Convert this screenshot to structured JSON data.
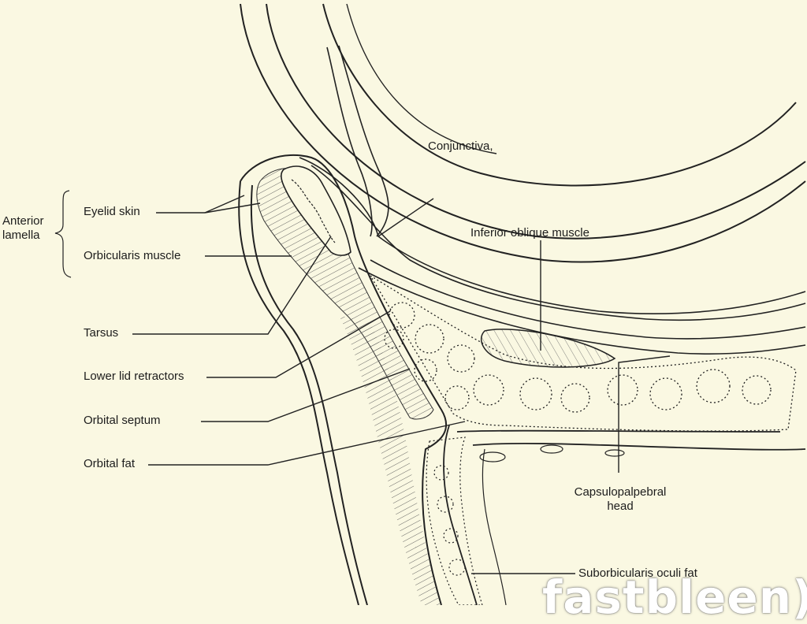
{
  "labels": {
    "anterior_lamella": "Anterior\nlamella",
    "eyelid_skin": "Eyelid skin",
    "orbicularis_muscle": "Orbicularis muscle",
    "tarsus": "Tarsus",
    "lower_lid_retractors": "Lower lid retractors",
    "orbital_septum": "Orbital septum",
    "orbital_fat": "Orbital fat",
    "conjunctiva": "Conjunctiva,",
    "inferior_oblique_muscle": "Inferior oblique muscle",
    "capsulopalpebral_head": "Capsulopalpebral\nhead",
    "suborbicularis_oculi_fat": "Suborbicularis oculi fat"
  },
  "watermark": "fastbleen))",
  "colors": {
    "background": "#faf8e2",
    "ink": "#1c1c1c"
  }
}
